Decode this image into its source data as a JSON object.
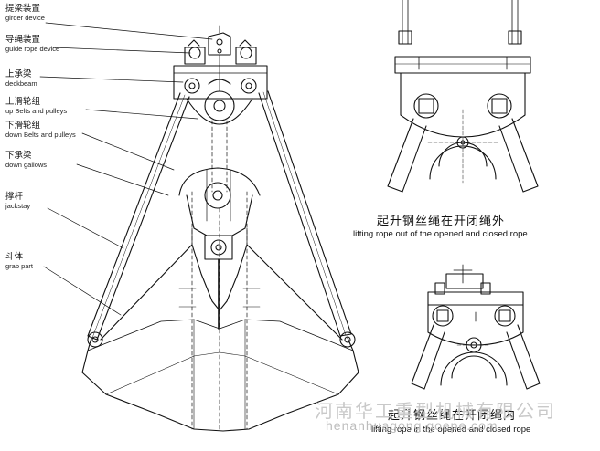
{
  "labels": [
    {
      "cn": "提梁装置",
      "en": "girder device"
    },
    {
      "cn": "导绳装置",
      "en": "guide rope device"
    },
    {
      "cn": "上承梁",
      "en": "deckbeam"
    },
    {
      "cn": "上滑轮组",
      "en": "up Belts and pulleys"
    },
    {
      "cn": "下滑轮组",
      "en": "down Belts and pulleys"
    },
    {
      "cn": "下承梁",
      "en": "down gallows"
    },
    {
      "cn": "撑杆",
      "en": "jackstay"
    },
    {
      "cn": "斗体",
      "en": "grab part"
    }
  ],
  "captions": {
    "outside_cn": "起升钢丝绳在开闭绳外",
    "outside_en": "lifting rope out of  the opened and closed rope",
    "inside_cn": "起升钢丝绳在开闭绳内",
    "inside_en": "lifting rope in the opened and closed rope"
  },
  "watermark": {
    "company": "河南华工重型机械有限公司",
    "site": "henanhuagong.goepe.com"
  }
}
